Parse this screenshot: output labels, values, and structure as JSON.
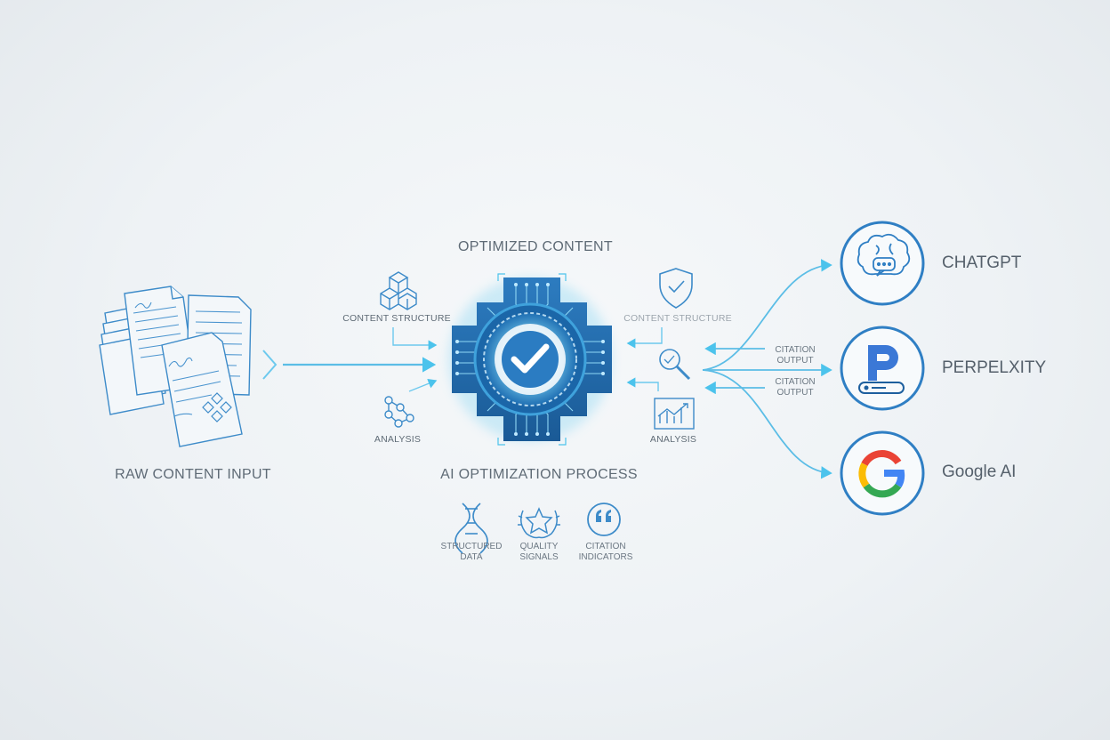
{
  "input": {
    "label": "RAW CONTENT INPUT"
  },
  "process": {
    "top_label": "OPTIMIZED CONTENT",
    "bottom_label": "AI OPTIMIZATION PROCESS",
    "left_top_label": "CONTENT STRUCTURE",
    "left_bottom_label": "ANALYSIS",
    "right_top_label": "CONTENT STRUCTURE",
    "right_bottom_label": "ANALYSIS"
  },
  "signals": [
    {
      "line1": "STRUCTURED",
      "line2": "DATA",
      "icon": "dna-icon"
    },
    {
      "line1": "QUALITY",
      "line2": "SIGNALS",
      "icon": "laurel-star-icon"
    },
    {
      "line1": "CITATION",
      "line2": "INDICATORS",
      "icon": "quote-icon"
    }
  ],
  "outputs": {
    "citation_top": {
      "line1": "CITATION",
      "line2": "OUTPUT"
    },
    "citation_bottom": {
      "line1": "CITATION",
      "line2": "OUTPUT"
    },
    "platforms": [
      {
        "name": "CHATGPT",
        "icon": "brain-chat-icon"
      },
      {
        "name": "PERPELXITY",
        "icon": "perplexity-p-icon"
      },
      {
        "name": "Google AI",
        "icon": "google-g-icon"
      }
    ]
  },
  "colors": {
    "blue": "#2f7fc4",
    "dark_blue": "#1d5f9e",
    "cyan": "#4cc3ec",
    "line": "#5bbde6",
    "google_red": "#ea4335",
    "google_yellow": "#fbbc05",
    "google_green": "#34a853",
    "google_blue": "#4285f4"
  }
}
